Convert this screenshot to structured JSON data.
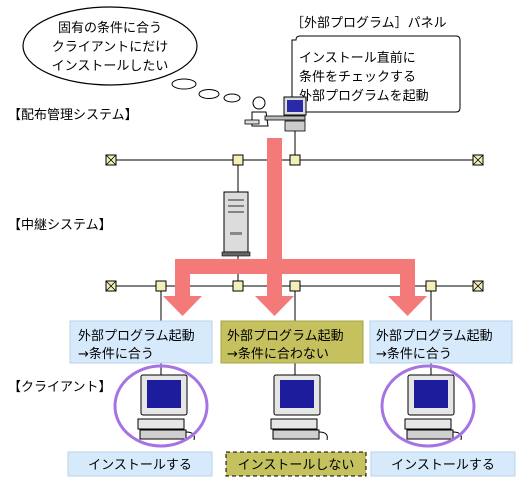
{
  "thought_bubble": {
    "lines": [
      "固有の条件に合う",
      "クライアントにだけ",
      "インストールしたい"
    ]
  },
  "panel": {
    "title": "［外部プログラム］パネル",
    "lines": [
      "インストール直前に",
      "条件をチェックする",
      "外部プログラムを起動"
    ]
  },
  "sections": {
    "distribution": "【配布管理システム】",
    "relay": "【中継システム】",
    "client": "【クライアント】"
  },
  "clients": [
    {
      "line1": "外部プログラム起動",
      "line2": "→条件に合う",
      "result": "インストールする",
      "match": true
    },
    {
      "line1": "外部プログラム起動",
      "line2": "→条件に合わない",
      "result": "インストールしない",
      "match": false
    },
    {
      "line1": "外部プログラム起動",
      "line2": "→条件に合う",
      "result": "インストールする",
      "match": true
    }
  ],
  "colors": {
    "match_box": "#d6eafc",
    "nomatch_box": "#c4c15e",
    "arrow": "#f47a7a",
    "highlight_ring": "#a673e4",
    "node": "#f2efb8"
  }
}
